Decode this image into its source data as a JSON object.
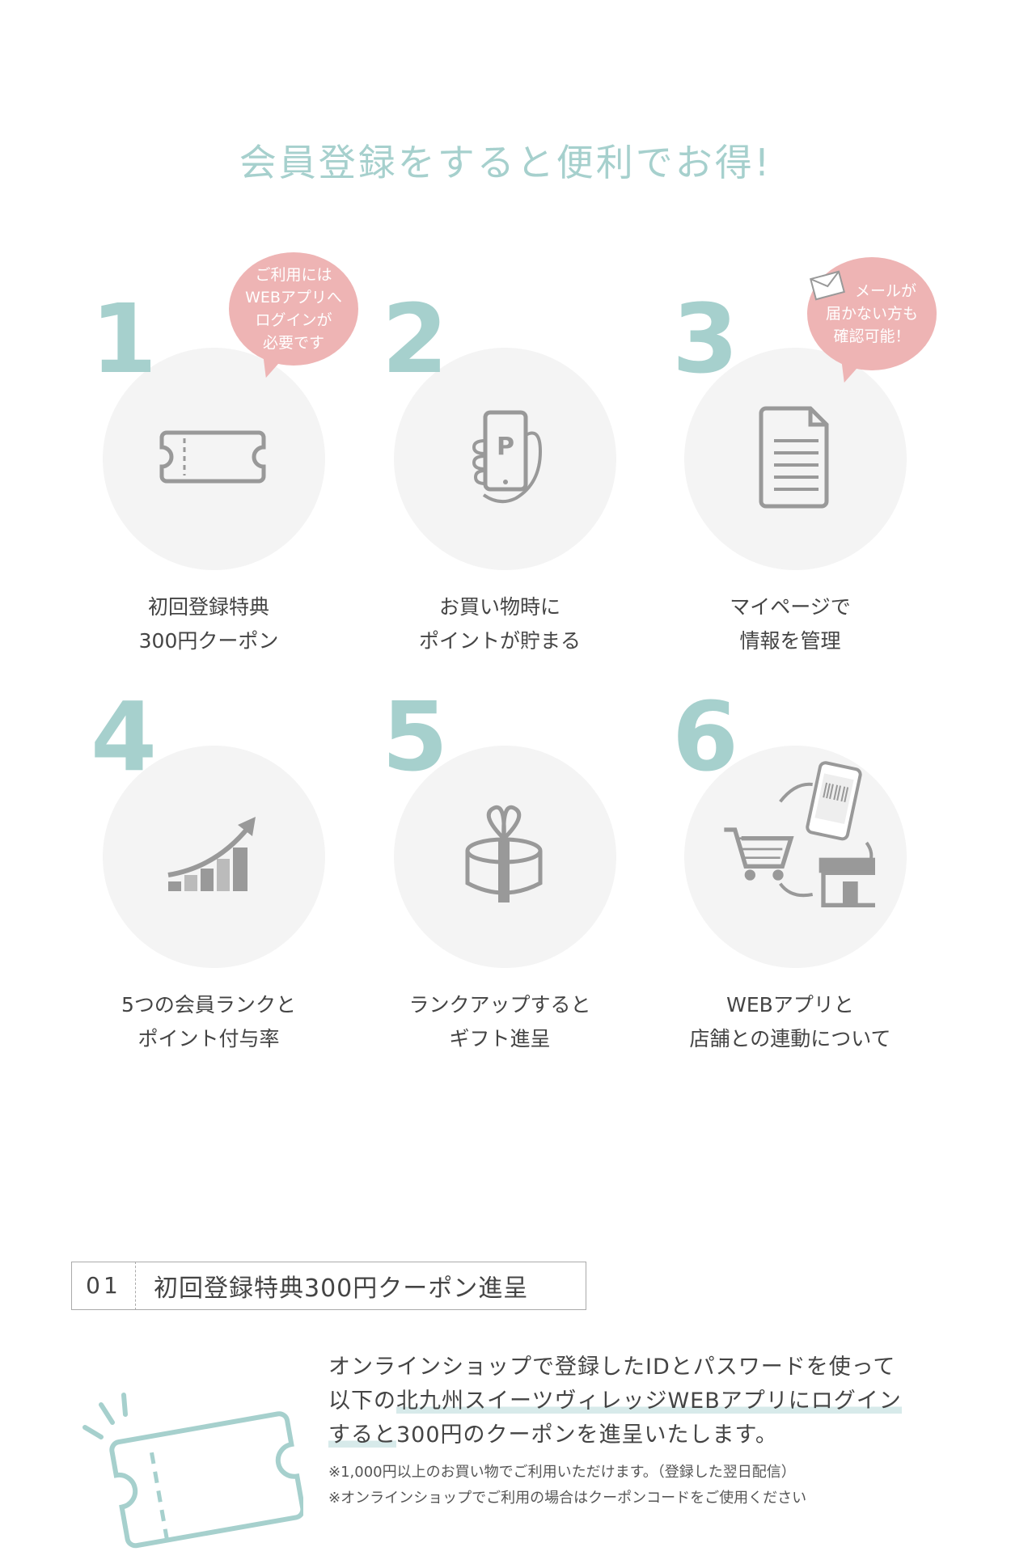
{
  "heading": "会員登録をすると便利でお得!",
  "features": [
    {
      "number": "1",
      "line1": "初回登録特典",
      "line2": "300円クーポン",
      "icon": "ticket-icon"
    },
    {
      "number": "2",
      "line1": "お買い物時に",
      "line2": "ポイントが貯まる",
      "icon": "phone-point-icon"
    },
    {
      "number": "3",
      "line1": "マイページで",
      "line2": "情報を管理",
      "icon": "document-icon"
    },
    {
      "number": "4",
      "line1": "5つの会員ランクと",
      "line2": "ポイント付与率",
      "icon": "rank-growth-icon"
    },
    {
      "number": "5",
      "line1": "ランクアップすると",
      "line2": "ギフト進呈",
      "icon": "gift-icon"
    },
    {
      "number": "6",
      "line1": "WEBアプリと",
      "line2": "店舗との連動について",
      "icon": "app-store-cycle-icon"
    }
  ],
  "bubble1": {
    "lines": [
      "ご利用には",
      "WEBアプリへ",
      "ログインが",
      "必要です"
    ]
  },
  "bubble3": {
    "lines": [
      "メールが",
      "届かない方も",
      "確認可能！"
    ]
  },
  "section1": {
    "no": "01",
    "title": "初回登録特典300円クーポン進呈",
    "desc1": "オンラインショップで登録したIDとパスワードを使って",
    "desc2a": "以下の",
    "desc2b": "北九州スイーツヴィレッジWEBアプリにログイン",
    "desc3a": "すると",
    "desc3b": "300円のクーポンを進呈いたします。",
    "note1": "※1,000円以上のお買い物でご利用いただけます。（登録した翌日配信）",
    "note2": "※オンラインショップでご利用の場合はクーポンコードをご使用ください"
  },
  "colors": {
    "accent": "#a6d0cd",
    "bubble": "#eeb4b4",
    "icon": "#999999"
  }
}
